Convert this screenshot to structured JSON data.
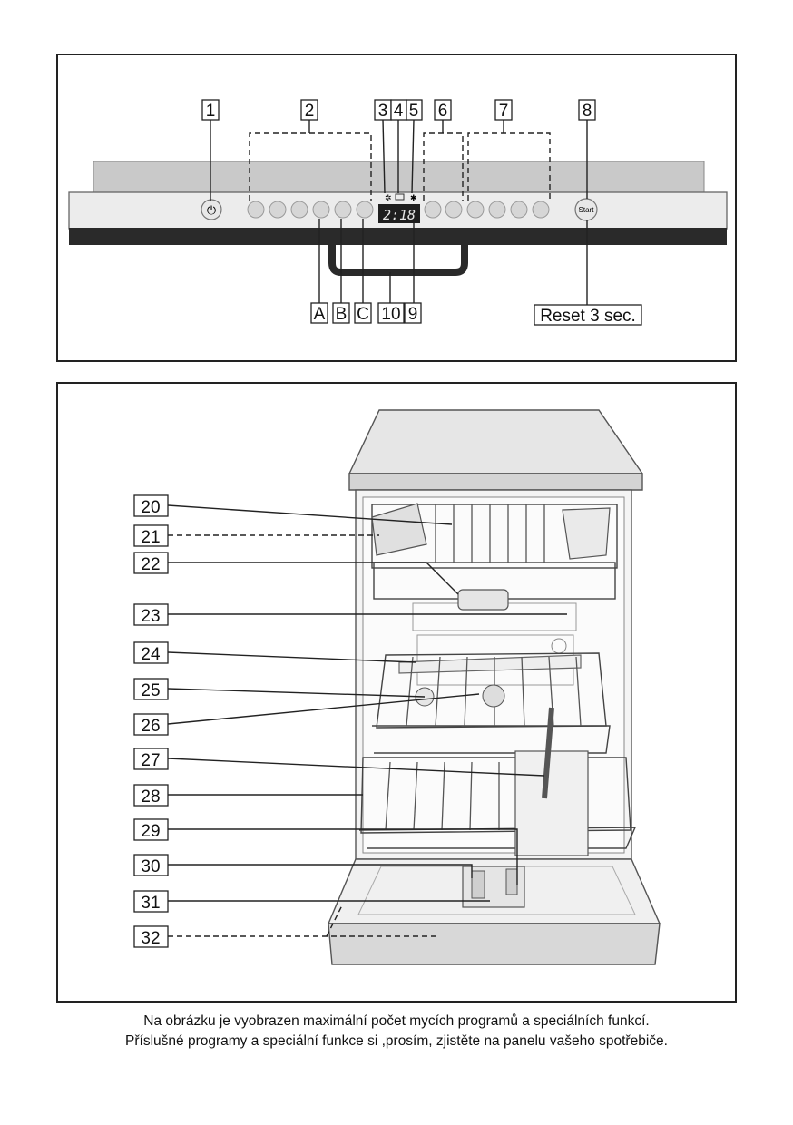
{
  "control_panel": {
    "labels_top": [
      "1",
      "2",
      "3",
      "4",
      "5",
      "6",
      "7",
      "8"
    ],
    "labels_bottom": [
      "A",
      "B",
      "C",
      "10",
      "9"
    ],
    "reset_label": "Reset 3 sec.",
    "start_button_text": "Start",
    "display_text": "2:18",
    "power_symbol": "⏻"
  },
  "dishwasher": {
    "callouts": [
      "20",
      "21",
      "22",
      "23",
      "24",
      "25",
      "26",
      "27",
      "28",
      "29",
      "30",
      "31",
      "32"
    ]
  },
  "caption": {
    "line1": "Na obrázku je vyobrazen maximální počet mycích programů a speciálních funkcí.",
    "line2": "Příslušné programy a speciální funkce si ,prosím, zjistěte na panelu vašeho spotřebiče."
  }
}
